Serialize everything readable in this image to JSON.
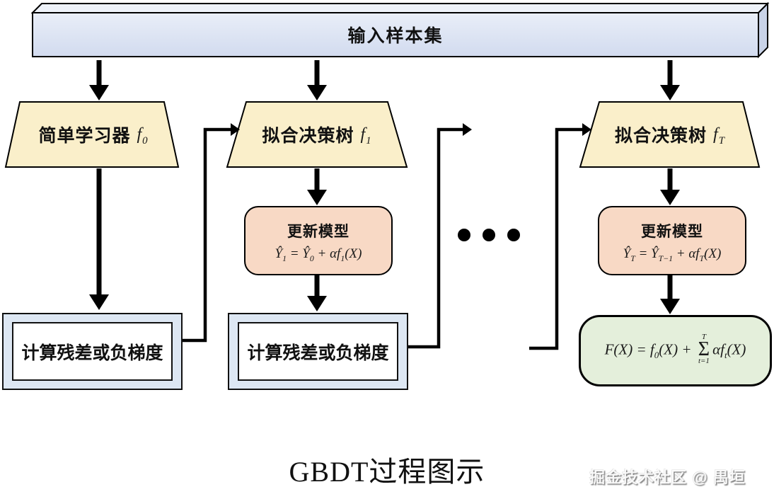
{
  "title": "GBDT过程图示",
  "watermark": "掘金技术社区 @ 禺垣",
  "input_box": {
    "label": "输入样本集"
  },
  "columns": {
    "col1": {
      "learner": {
        "label": "简单学习器",
        "var": "f",
        "var_sub": "0"
      },
      "residual": {
        "label": "计算残差或负梯度"
      }
    },
    "col2": {
      "learner": {
        "label": "拟合决策树",
        "var": "f",
        "var_sub": "1"
      },
      "update": {
        "title": "更新模型",
        "formula": {
          "p1": "Ŷ",
          "s1": "1",
          "p2": " = Ŷ",
          "s2": "0",
          "p3": " + αf",
          "s3": "1",
          "p4": "(X)"
        }
      },
      "residual": {
        "label": "计算残差或负梯度"
      }
    },
    "col3": {
      "learner": {
        "label": "拟合决策树",
        "var": "f",
        "var_sub": "T"
      },
      "update": {
        "title": "更新模型",
        "formula": {
          "p1": "Ŷ",
          "s1": "T",
          "p2": " = Ŷ",
          "s2": "T−1",
          "p3": " + αf",
          "s3": "T",
          "p4": "(X)"
        }
      },
      "final": {
        "formula": {
          "p1": "F(X) = f",
          "s1": "0",
          "p2": "(X) + ",
          "sigma": "Σ",
          "sum_top": "T",
          "sum_bottom": "t=1",
          "p3": "αf",
          "s3": "t",
          "p4": "(X)"
        }
      }
    }
  },
  "ellipsis": {
    "dot_count": 3
  },
  "colors": {
    "input_fill": "#dce4f3",
    "input_top_fill": "#eef2f9",
    "input_side_fill": "#c9d3e8",
    "learner_fill": "#faefca",
    "update_fill": "#f8d9c5",
    "residual_fill": "#dde7f3",
    "final_fill": "#e4efdb",
    "stroke": "#000000"
  }
}
